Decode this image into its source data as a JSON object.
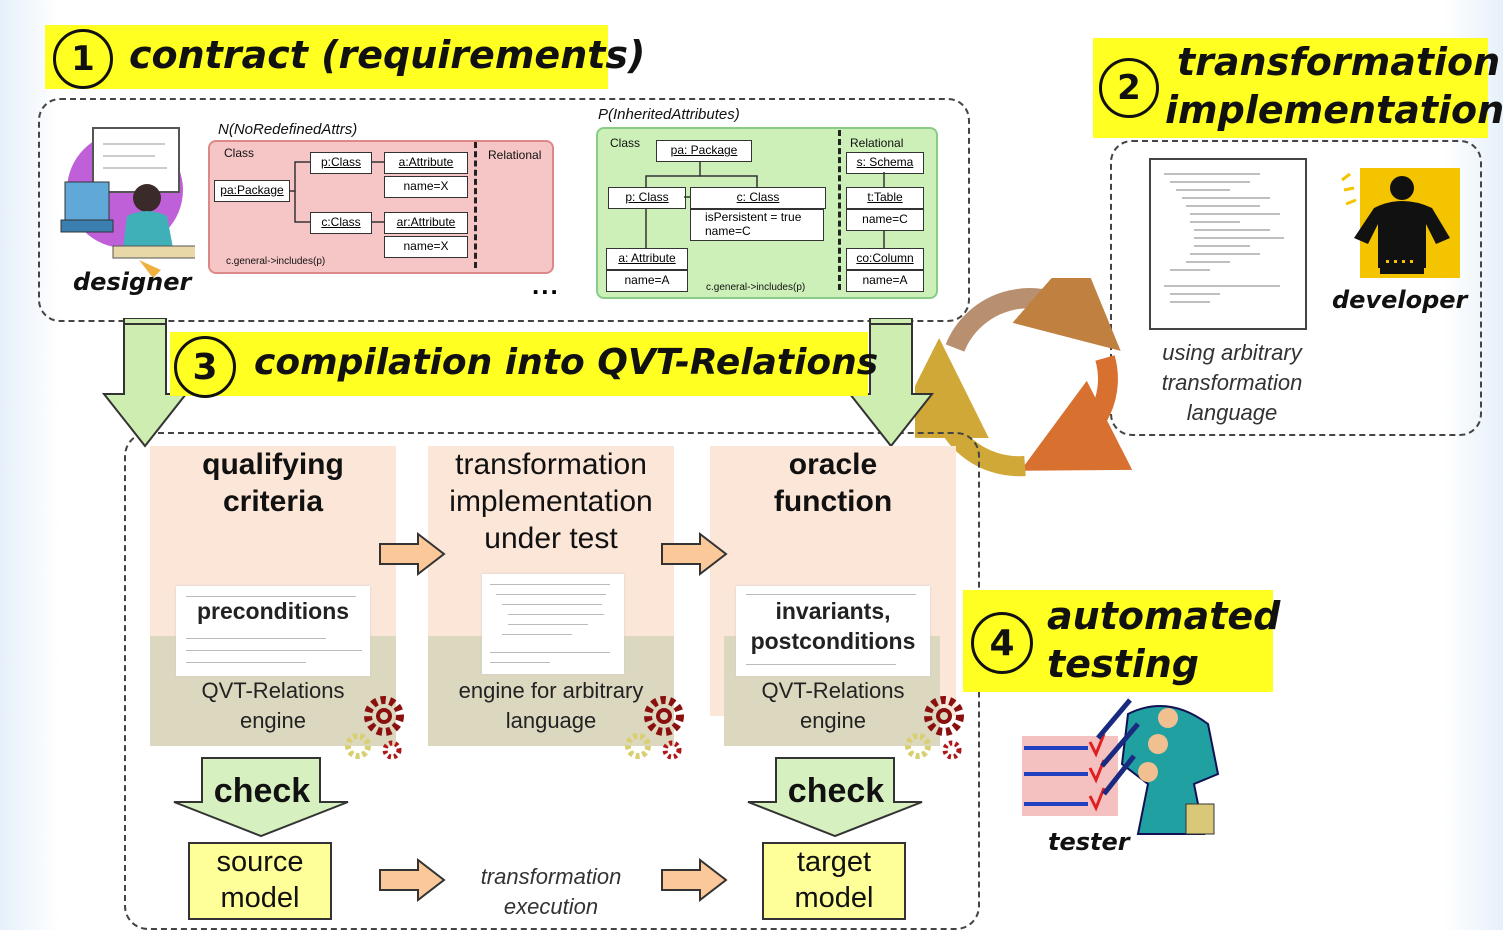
{
  "step1": {
    "number": "1",
    "title": "contract (requirements)"
  },
  "step2": {
    "number": "2",
    "title_line1": "transformation",
    "title_line2": "implementation"
  },
  "step3": {
    "number": "3",
    "title": "compilation into QVT-Relations"
  },
  "step4": {
    "number": "4",
    "title_line1": "automated",
    "title_line2": "testing"
  },
  "roles": {
    "designer": "designer",
    "developer": "developer",
    "tester": "tester"
  },
  "pattern_n": {
    "title": "N(NoRedefinedAttrs)",
    "class_label": "Class",
    "relational_label": "Relational",
    "pa_package": "pa:Package",
    "p_class": "p:Class",
    "a_attribute": "a:Attribute",
    "name_x1": "name=X",
    "c_class": "c:Class",
    "ar_attribute": "ar:Attribute",
    "name_x2": "name=X",
    "condition": "c.general->includes(p)"
  },
  "ellipsis": "...",
  "pattern_p": {
    "title": "P(InheritedAttributes)",
    "class_label": "Class",
    "relational_label": "Relational",
    "pa_package": "pa: Package",
    "p_class": "p: Class",
    "c_class": "c: Class",
    "is_persistent": "isPersistent = true",
    "name_c": "name=C",
    "a_attribute": "a: Attribute",
    "name_a": "name=A",
    "s_schema": "s: Schema",
    "t_table": "t:Table",
    "t_name_c": "name=C",
    "co_column": "co:Column",
    "co_name_a": "name=A",
    "condition": "c.general->includes(p)"
  },
  "impl_note": {
    "line1": "using arbitrary",
    "line2": "transformation",
    "line3": "language"
  },
  "stages": {
    "qualifying": {
      "head1": "qualifying",
      "head2": "criteria",
      "doc": "preconditions",
      "engine1": "QVT-Relations",
      "engine2": "engine"
    },
    "implementation": {
      "head1": "transformation",
      "head2": "implementation",
      "head3": "under test",
      "engine1": "engine for arbitrary",
      "engine2": "language"
    },
    "oracle": {
      "head1": "oracle",
      "head2": "function",
      "doc1": "invariants,",
      "doc2": "postconditions",
      "engine1": "QVT-Relations",
      "engine2": "engine"
    }
  },
  "check_left": "check",
  "check_right": "check",
  "source_model": {
    "line1": "source",
    "line2": "model"
  },
  "target_model": {
    "line1": "target",
    "line2": "model"
  },
  "execution": {
    "line1": "transformation",
    "line2": "execution"
  }
}
